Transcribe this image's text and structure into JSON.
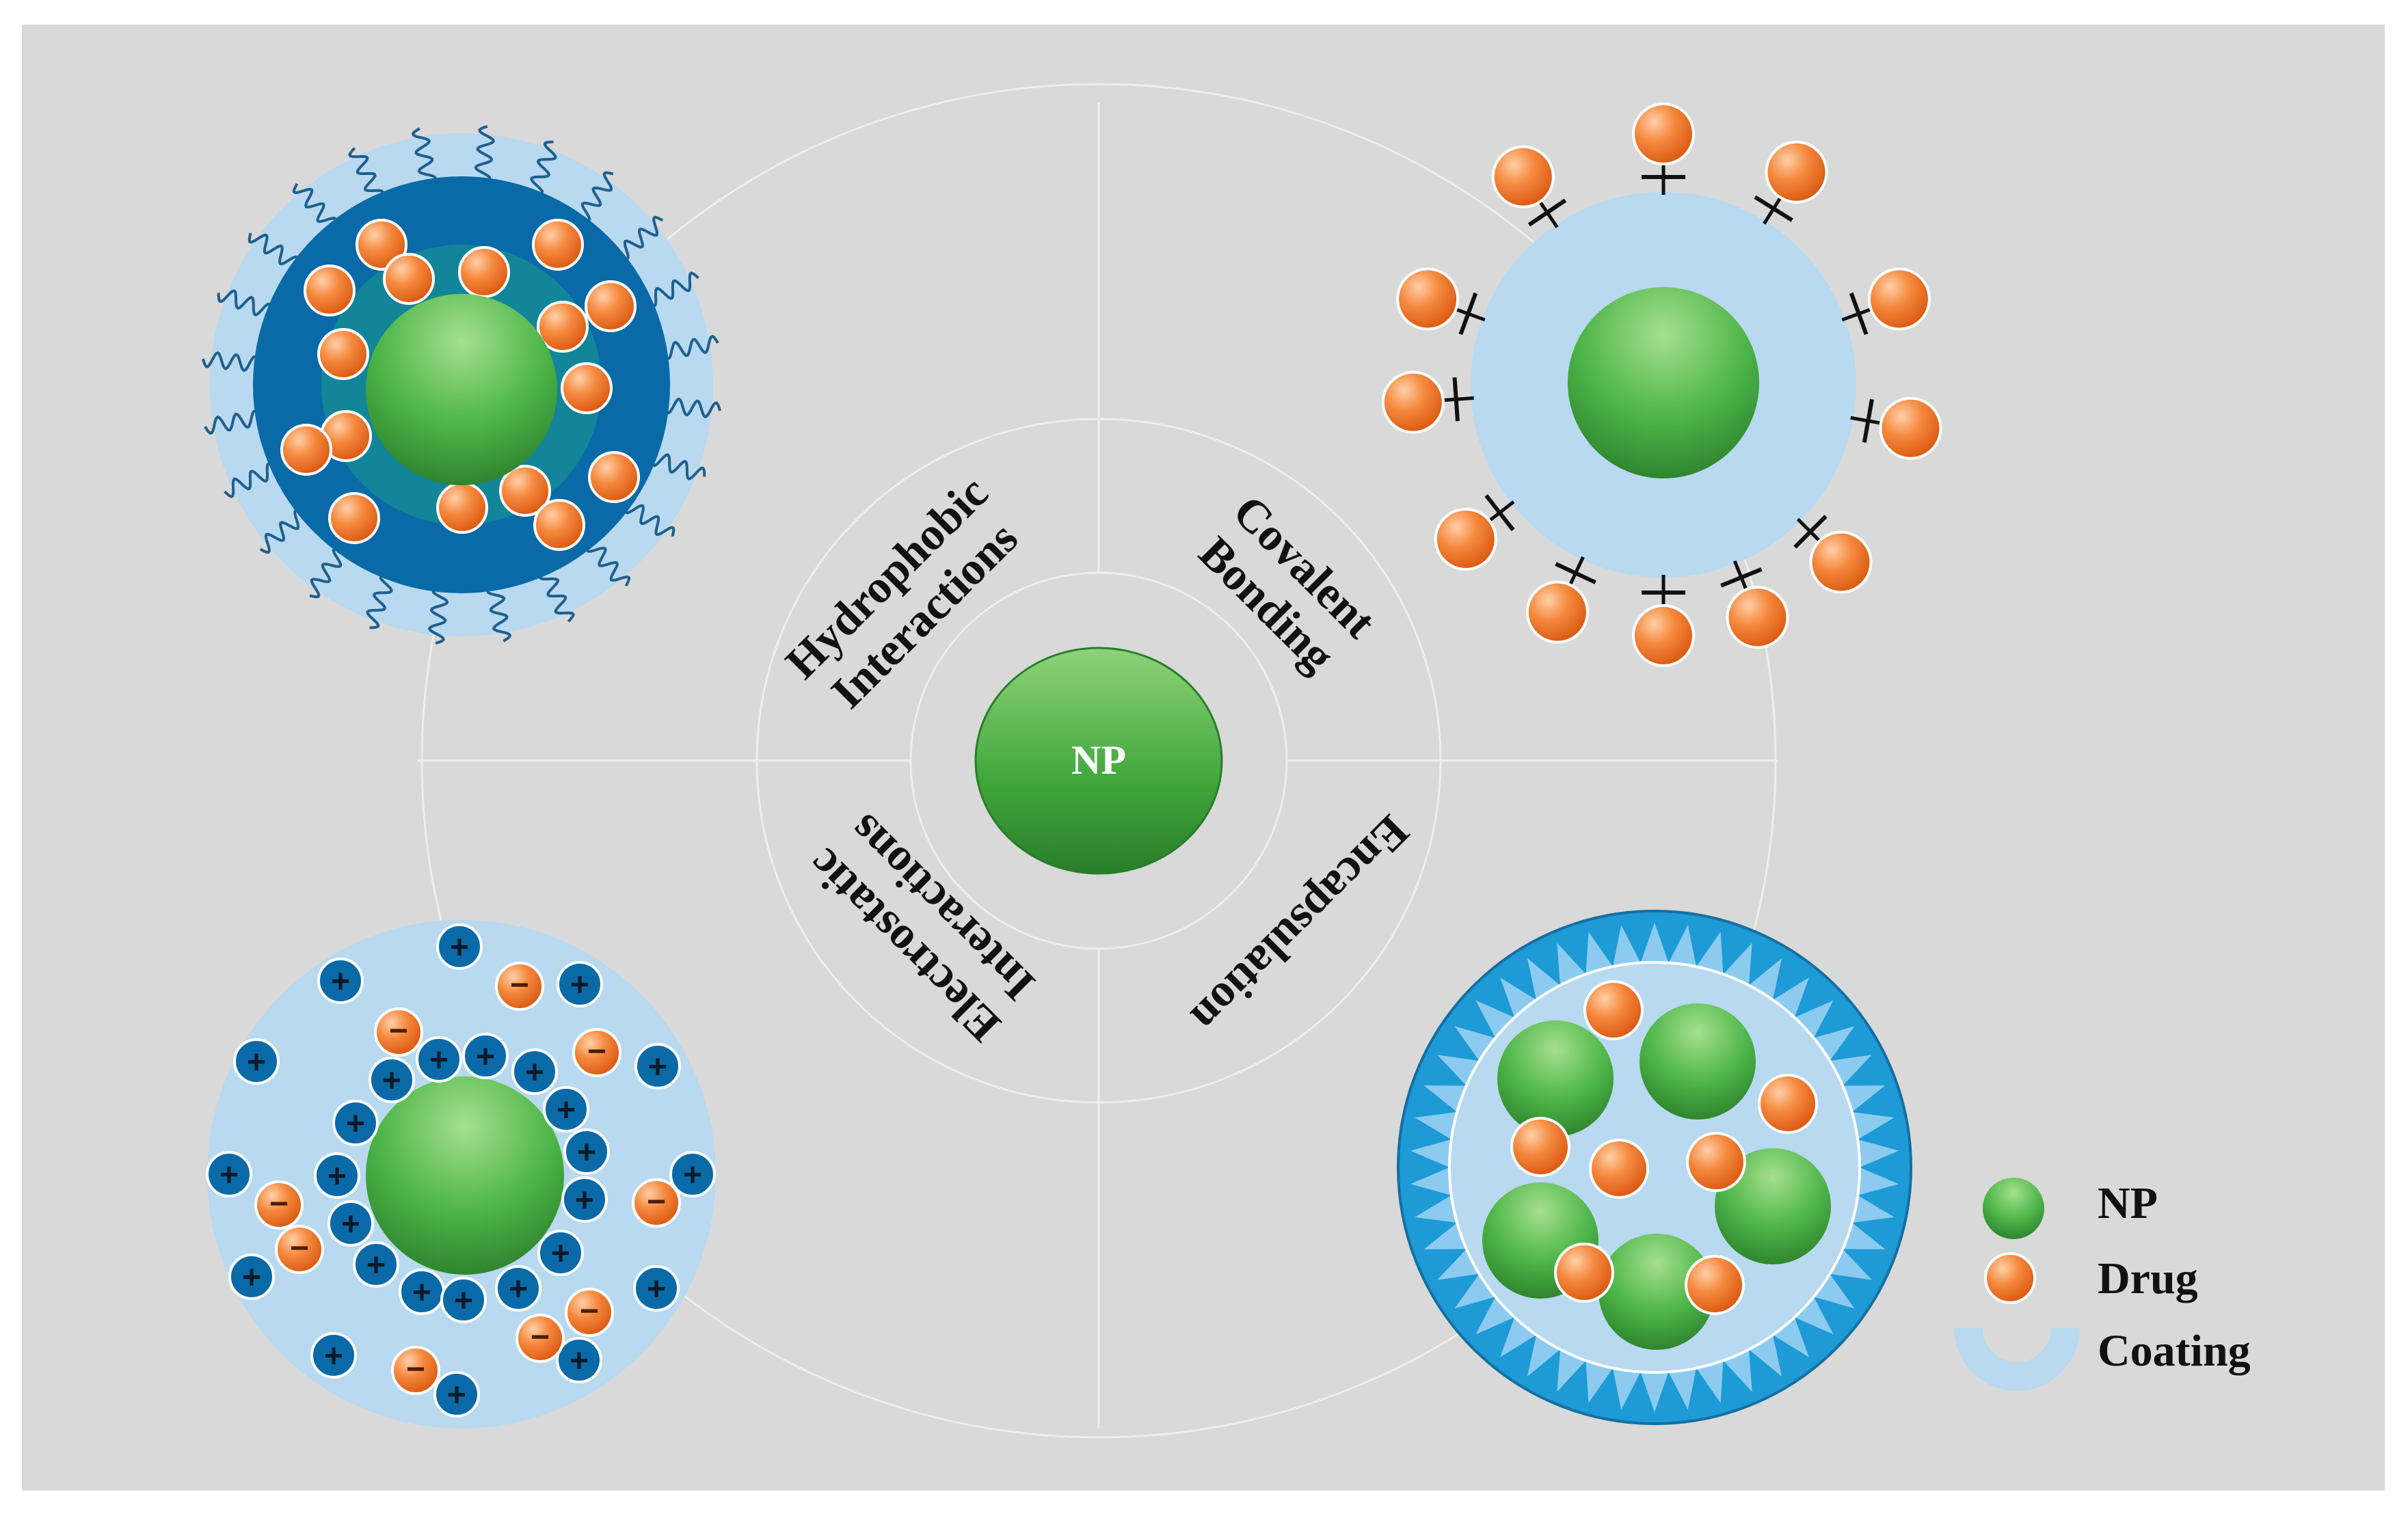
{
  "center": {
    "label": "NP"
  },
  "categories": {
    "hydrophobic": {
      "line1": "Hydrophobic",
      "line2": "Interactions"
    },
    "covalent": {
      "line1": "Covalent",
      "line2": "Bonding"
    },
    "electrostatic": {
      "line1": "Electrostatic",
      "line2": "Interactions"
    },
    "encapsulation": {
      "line1": "Encapsulation"
    }
  },
  "charges": {
    "positive": "+",
    "negative": "−"
  },
  "legend": {
    "np": "NP",
    "drug": "Drug",
    "coating": "Coating"
  },
  "colors": {
    "background": "#d9d9d9",
    "np_light": "#8fd37a",
    "np_dark": "#2f8f2f",
    "drug_light": "#ffb07a",
    "drug_dark": "#e8601a",
    "coating": "#b8d9ef",
    "dark_blue": "#0a6aa8",
    "shell_blue": "#1e9ad6"
  }
}
